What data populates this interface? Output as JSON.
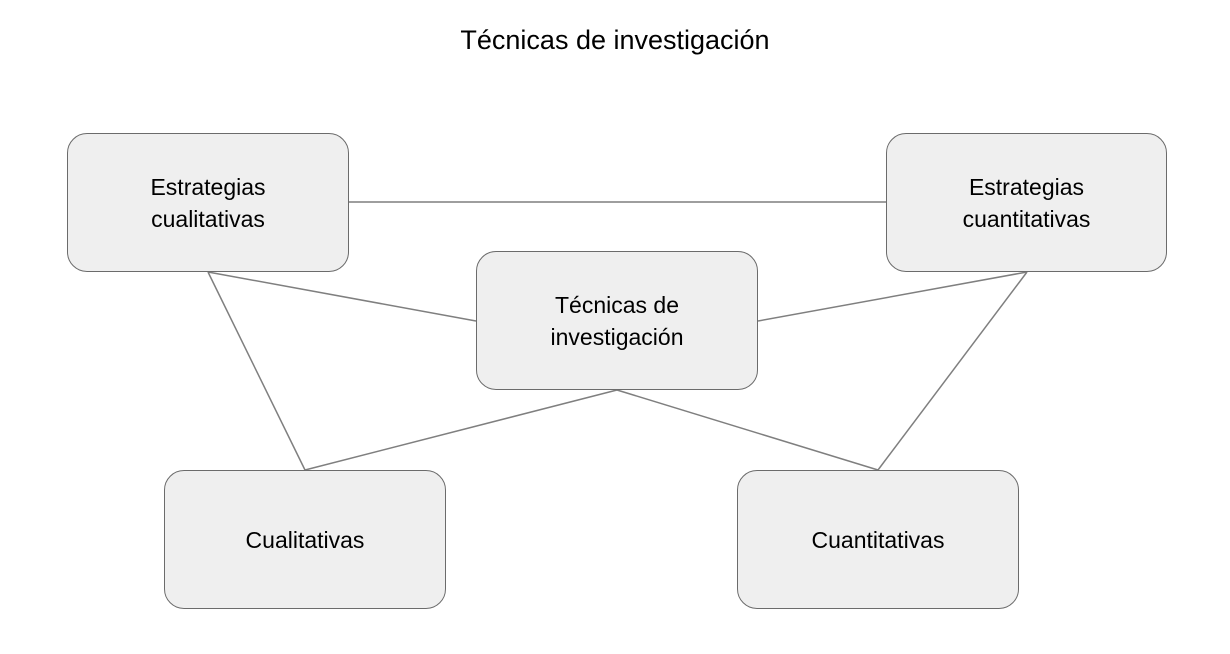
{
  "title": "Técnicas de investigación",
  "nodes": {
    "estrategias_cualitativas": "Estrategias\ncualitativas",
    "estrategias_cuantitativas": "Estrategias\ncuantitativas",
    "tecnicas": "Técnicas de\ninvestigación",
    "cualitativas": "Cualitativas",
    "cuantitativas": "Cuantitativas"
  },
  "colors": {
    "node_fill": "#efefef",
    "node_border": "#6b6b6b",
    "connector": "#7f7f7f"
  }
}
